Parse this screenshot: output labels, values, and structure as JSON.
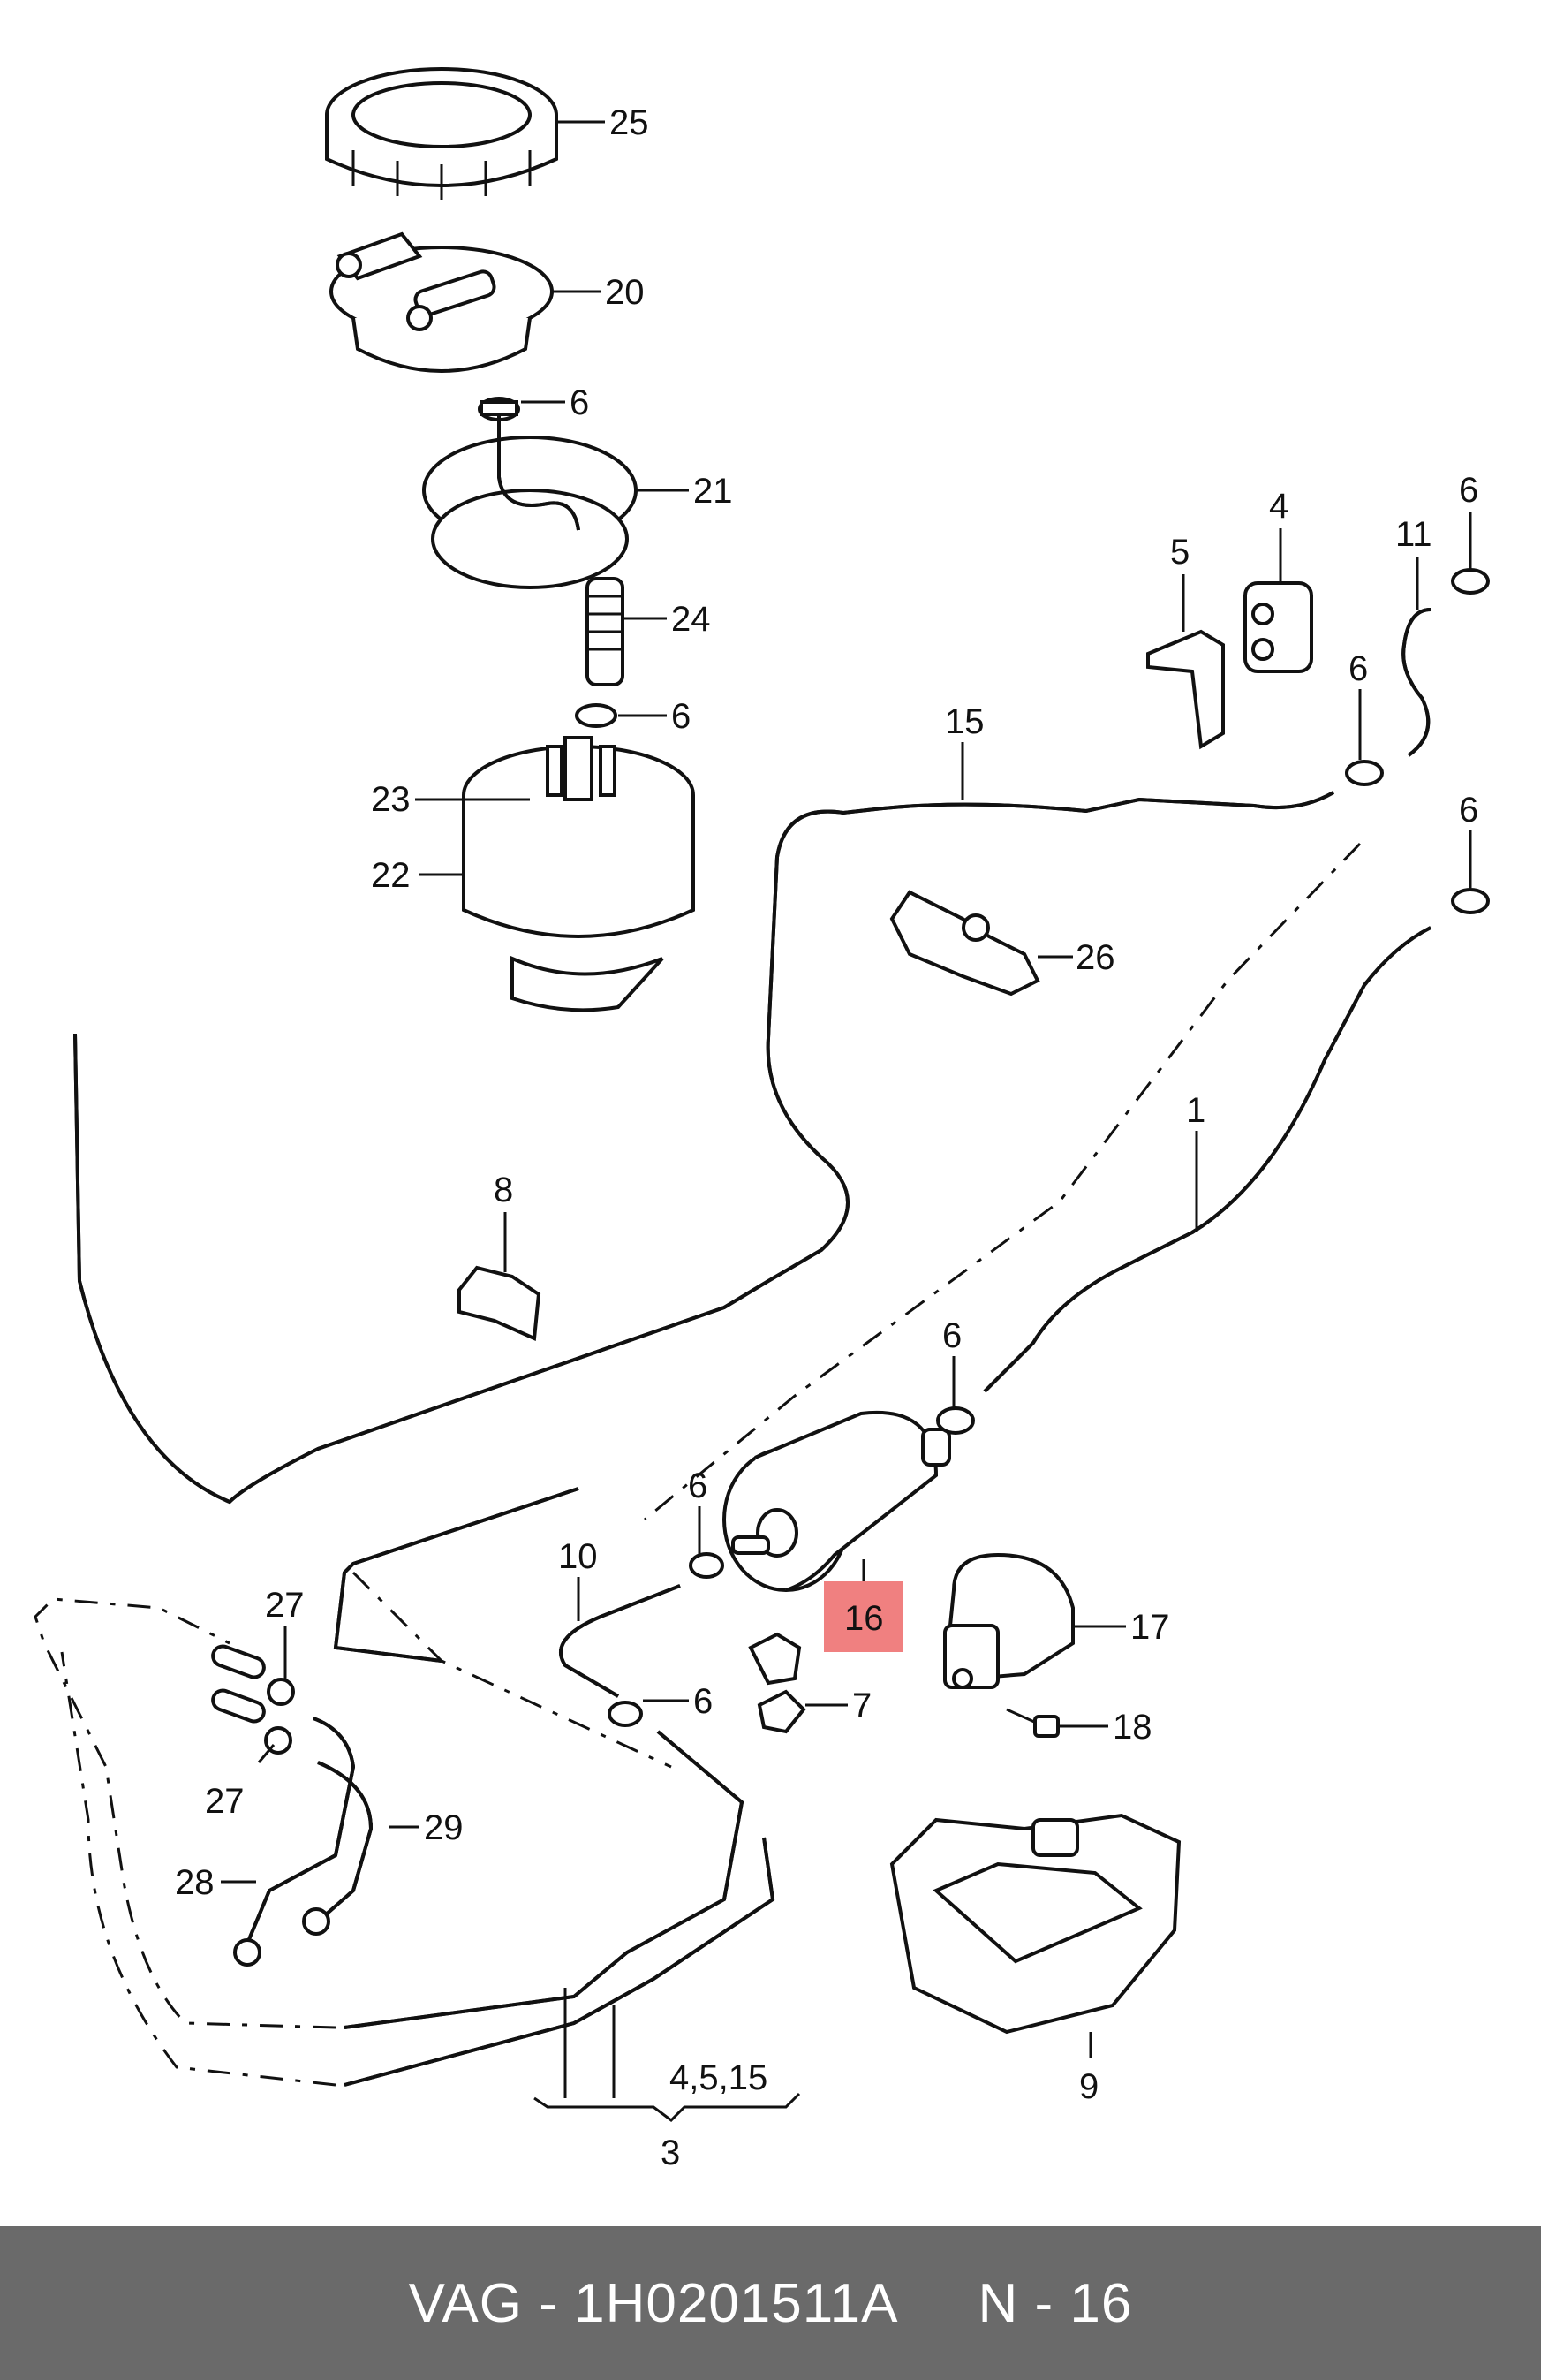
{
  "labels": {
    "p1": "1",
    "p3": "3",
    "p4_5_15": "4,5,15",
    "p4": "4",
    "p5": "5",
    "p6a": "6",
    "p6b": "6",
    "p6c": "6",
    "p6d": "6",
    "p6e": "6",
    "p6f": "6",
    "p6g": "6",
    "p6h": "6",
    "p7": "7",
    "p8": "8",
    "p9": "9",
    "p10": "10",
    "p11": "11",
    "p15": "15",
    "p16": "16",
    "p17": "17",
    "p18": "18",
    "p20": "20",
    "p21": "21",
    "p22": "22",
    "p23": "23",
    "p24": "24",
    "p25": "25",
    "p26": "26",
    "p27a": "27",
    "p27b": "27",
    "p28": "28",
    "p29": "29"
  },
  "highlight": {
    "label": "16",
    "color": "#f08080"
  },
  "footer": {
    "brand": "VAG - 1H0201511A",
    "ref": "N - 16",
    "background": "#6a6a6a"
  },
  "icons": [
    "hose",
    "hose-clamp",
    "fuel-filter",
    "fuel-pump",
    "fuel-sender",
    "retaining-ring",
    "bracket",
    "bolt",
    "charcoal-canister"
  ]
}
